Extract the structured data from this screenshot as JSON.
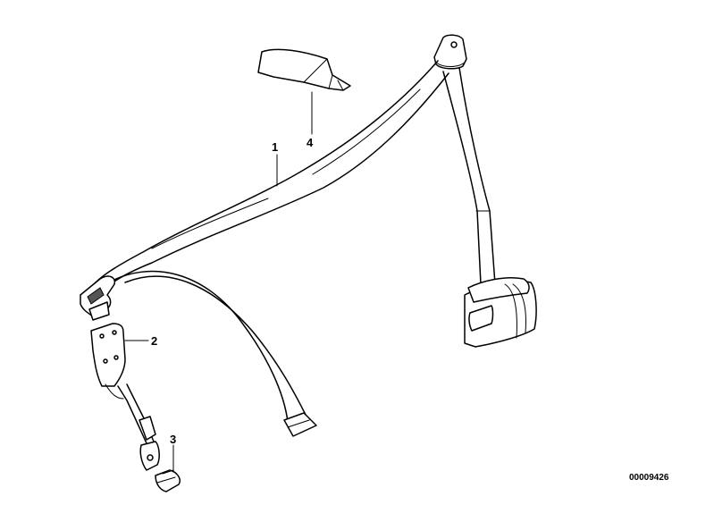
{
  "diagram": {
    "callouts": [
      {
        "id": "1",
        "label": "1"
      },
      {
        "id": "2",
        "label": "2"
      },
      {
        "id": "3",
        "label": "3"
      },
      {
        "id": "4",
        "label": "4"
      }
    ],
    "reference_number": "00009426"
  }
}
